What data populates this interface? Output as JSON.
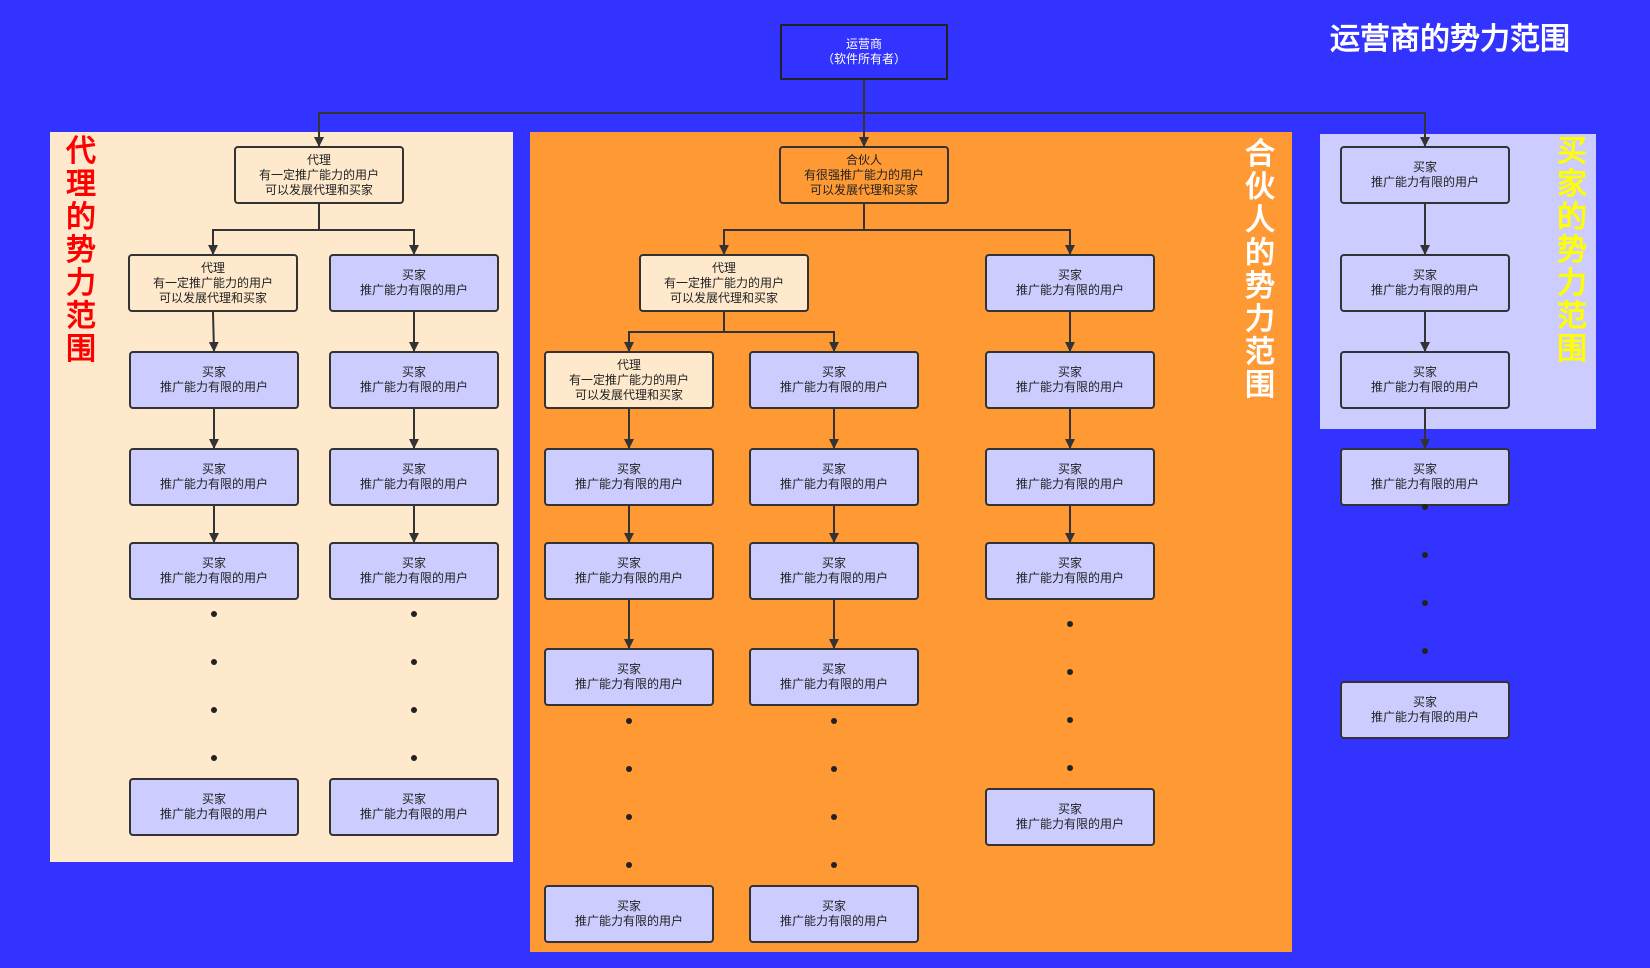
{
  "title": "运营商的势力范围",
  "colors": {
    "background": "#3333ff",
    "agent_region": "#ffe9cc",
    "partner_region": "#ff9933",
    "buyer_region": "#ccccff",
    "buyer_node": "#ccccff",
    "agent_label": "#ff0000",
    "partner_label": "#ffffff",
    "buyer_label": "#ffff00"
  },
  "regions": [
    {
      "id": "agent-region",
      "label": "代理的势力范围"
    },
    {
      "id": "partner-region",
      "label": "合伙人的势力范围"
    },
    {
      "id": "buyer-region",
      "label": "买家的势力范围"
    }
  ],
  "node_text": {
    "root": [
      "运营商",
      "（软件所有者）"
    ],
    "agent": [
      "代理",
      "有一定推广能力的用户",
      "可以发展代理和买家"
    ],
    "partner": [
      "合伙人",
      "有很强推广能力的用户",
      "可以发展代理和买家"
    ],
    "buyer": [
      "买家",
      "推广能力有限的用户"
    ]
  },
  "nodes": [
    {
      "id": "root",
      "kind": "root"
    },
    {
      "id": "a1",
      "kind": "agent"
    },
    {
      "id": "a1-agent",
      "kind": "agent"
    },
    {
      "id": "a1-buyer",
      "kind": "buyer"
    },
    {
      "id": "a1l-b1",
      "kind": "buyer"
    },
    {
      "id": "a1l-b2",
      "kind": "buyer"
    },
    {
      "id": "a1l-b3",
      "kind": "buyer"
    },
    {
      "id": "a1l-bn",
      "kind": "buyer"
    },
    {
      "id": "a1r-b1",
      "kind": "buyer"
    },
    {
      "id": "a1r-b2",
      "kind": "buyer"
    },
    {
      "id": "a1r-b3",
      "kind": "buyer"
    },
    {
      "id": "a1r-bn",
      "kind": "buyer"
    },
    {
      "id": "p1",
      "kind": "partner"
    },
    {
      "id": "p-agent",
      "kind": "agent"
    },
    {
      "id": "p-buyer",
      "kind": "buyer"
    },
    {
      "id": "pa-agent",
      "kind": "agent"
    },
    {
      "id": "pa-buyer",
      "kind": "buyer"
    },
    {
      "id": "paa-b1",
      "kind": "buyer"
    },
    {
      "id": "paa-b2",
      "kind": "buyer"
    },
    {
      "id": "paa-b3",
      "kind": "buyer"
    },
    {
      "id": "paa-bn",
      "kind": "buyer"
    },
    {
      "id": "pab-b1",
      "kind": "buyer"
    },
    {
      "id": "pab-b2",
      "kind": "buyer"
    },
    {
      "id": "pab-b3",
      "kind": "buyer"
    },
    {
      "id": "pab-bn",
      "kind": "buyer"
    },
    {
      "id": "pb-b1",
      "kind": "buyer"
    },
    {
      "id": "pb-b2",
      "kind": "buyer"
    },
    {
      "id": "pb-b3",
      "kind": "buyer"
    },
    {
      "id": "pb-bn",
      "kind": "buyer"
    },
    {
      "id": "b1",
      "kind": "buyer"
    },
    {
      "id": "b2",
      "kind": "buyer"
    },
    {
      "id": "b3",
      "kind": "buyer"
    },
    {
      "id": "b4",
      "kind": "buyer"
    },
    {
      "id": "bn",
      "kind": "buyer"
    }
  ],
  "edges": [
    [
      "root",
      "a1"
    ],
    [
      "root",
      "p1"
    ],
    [
      "root",
      "b1"
    ],
    [
      "a1",
      "a1-agent"
    ],
    [
      "a1",
      "a1-buyer"
    ],
    [
      "a1-agent",
      "a1l-b1"
    ],
    [
      "a1l-b1",
      "a1l-b2"
    ],
    [
      "a1l-b2",
      "a1l-b3"
    ],
    [
      "a1-buyer",
      "a1r-b1"
    ],
    [
      "a1r-b1",
      "a1r-b2"
    ],
    [
      "a1r-b2",
      "a1r-b3"
    ],
    [
      "p1",
      "p-agent"
    ],
    [
      "p1",
      "p-buyer"
    ],
    [
      "p-agent",
      "pa-agent"
    ],
    [
      "p-agent",
      "pa-buyer"
    ],
    [
      "pa-agent",
      "paa-b1"
    ],
    [
      "paa-b1",
      "paa-b2"
    ],
    [
      "paa-b2",
      "paa-b3"
    ],
    [
      "pa-buyer",
      "pab-b1"
    ],
    [
      "pab-b1",
      "pab-b2"
    ],
    [
      "pab-b2",
      "pab-b3"
    ],
    [
      "p-buyer",
      "pb-b1"
    ],
    [
      "pb-b1",
      "pb-b2"
    ],
    [
      "pb-b2",
      "pb-b3"
    ],
    [
      "b1",
      "b2"
    ],
    [
      "b2",
      "b3"
    ],
    [
      "b3",
      "b4"
    ]
  ],
  "ellipses": [
    {
      "id": "a1l-dots"
    },
    {
      "id": "a1r-dots"
    },
    {
      "id": "paa-dots"
    },
    {
      "id": "pab-dots"
    },
    {
      "id": "pb-dots"
    },
    {
      "id": "b-dots"
    }
  ]
}
